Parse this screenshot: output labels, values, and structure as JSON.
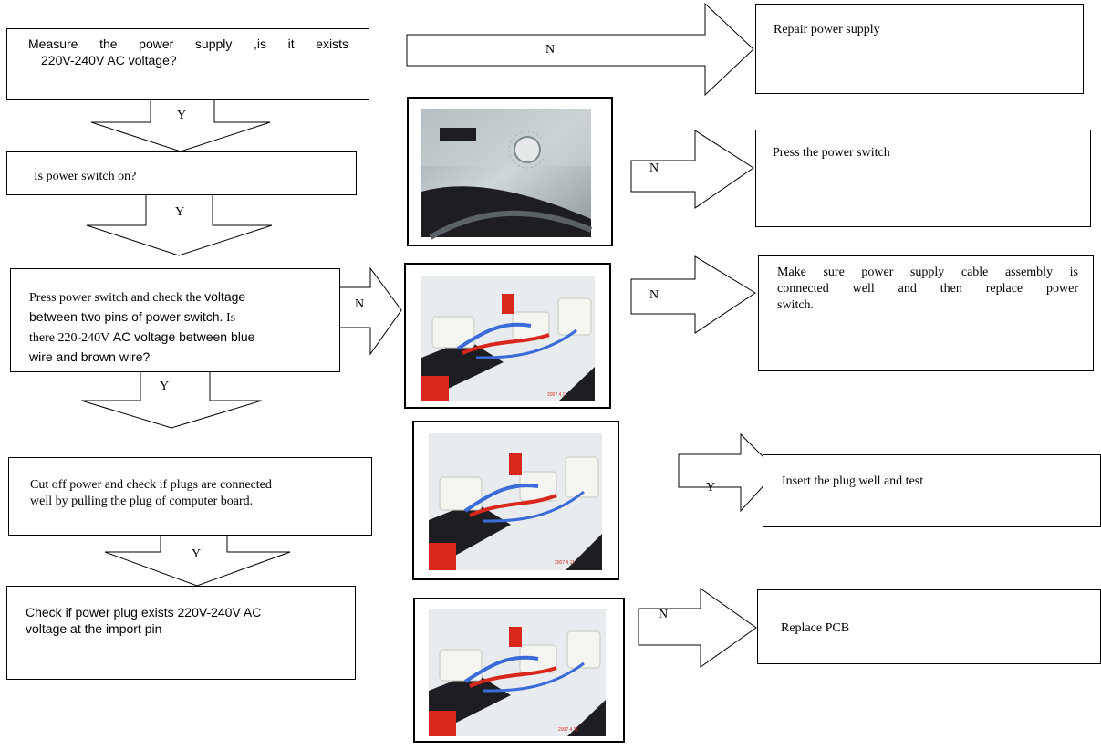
{
  "steps": [
    {
      "question_a": "Measure the power supply ,is it exists",
      "question_b": "220V-240V AC voltage?",
      "no_label": "N",
      "yes_label": "Y",
      "action": "Repair power supply"
    },
    {
      "question": "Is power switch on?",
      "no_label": "N",
      "yes_label": "Y",
      "action": "Press the power switch"
    },
    {
      "question_l1_a": "Press power switch and check the ",
      "question_l1_b": "voltage",
      "question_l2": "between two pins of power switch.",
      "question_l2_b": "Is",
      "question_l3_a": "there 220-240V",
      "question_l3_b": "AC voltage between blue",
      "question_l4": "wire and brown wire?",
      "no_label": "N",
      "yes_label": "Y",
      "action_a": "Make sure power supply cable assembly is",
      "action_b": "connected well and then replace power",
      "action_c": "switch.",
      "image_stamp": "2007 4 11"
    },
    {
      "question_a": "Cut off power and check if plugs are connected",
      "question_b": "well by pulling the plug of computer board.",
      "yes_label": "Y",
      "yes_label_down": "Y",
      "action": "Insert the plug well and test",
      "image_stamp": "2007 4 11"
    },
    {
      "question_a": "Check if power plug exists 220V-240V AC",
      "question_b": "voltage at the import pin",
      "no_label": "N",
      "action": "Replace PCB",
      "image_stamp": "2007 4 11"
    }
  ],
  "colors": {
    "line": "#000000",
    "photo_panel": "#e8ecee",
    "plug_white": "#f4f4f0",
    "plug_red": "#d8281e",
    "wire_blue": "#3a6bd8",
    "dark": "#1e1e22"
  }
}
